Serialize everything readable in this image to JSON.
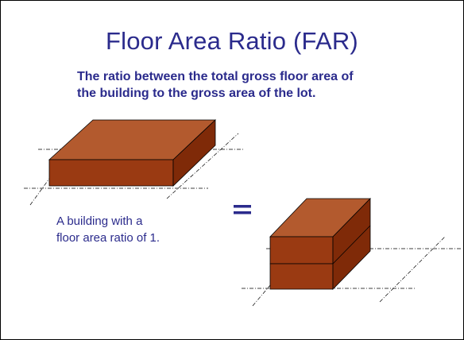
{
  "slide": {
    "title": "Floor Area Ratio (FAR)",
    "subtitle_lines": [
      "The ratio between the total gross floor area of",
      "the building to the gross area of the lot."
    ],
    "caption_lines": [
      "A building with a",
      "floor area ratio of 1."
    ],
    "equals_sign": "="
  },
  "colors": {
    "text": "#2b2b8c",
    "box_top": "#b35a2e",
    "box_front": "#9a3a12",
    "box_side": "#7f2a08",
    "edge": "#000000"
  }
}
